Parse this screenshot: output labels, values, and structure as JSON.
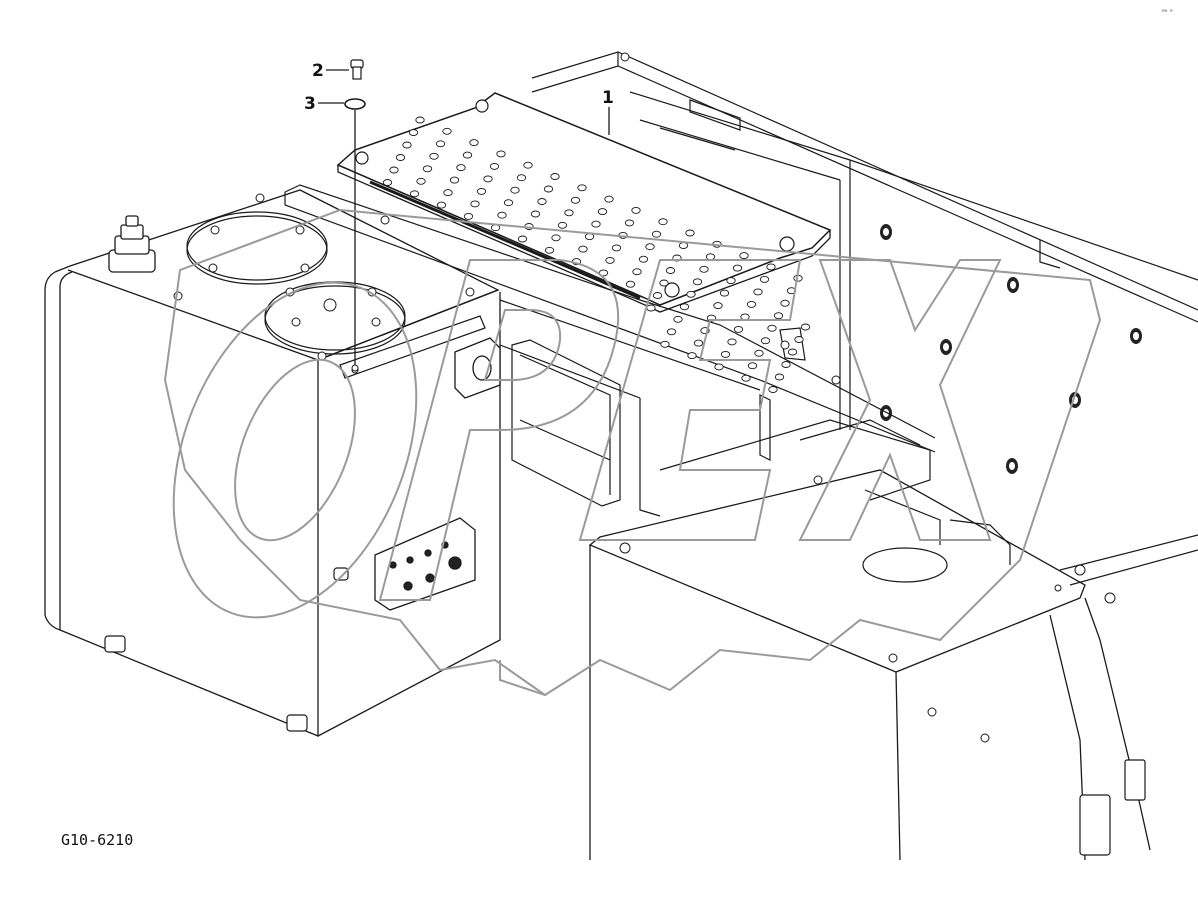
{
  "diagram": {
    "callouts": [
      {
        "id": "c1",
        "label": "1"
      },
      {
        "id": "c2",
        "label": "2"
      },
      {
        "id": "c3",
        "label": "3"
      }
    ],
    "drawing_code": "G10-6210",
    "corner_mark": "ᵃᵉ ᵒ",
    "watermark": "OPEX"
  },
  "colors": {
    "line": "#1a1a1a",
    "watermark": "#9a9a9a",
    "background": "#ffffff"
  }
}
